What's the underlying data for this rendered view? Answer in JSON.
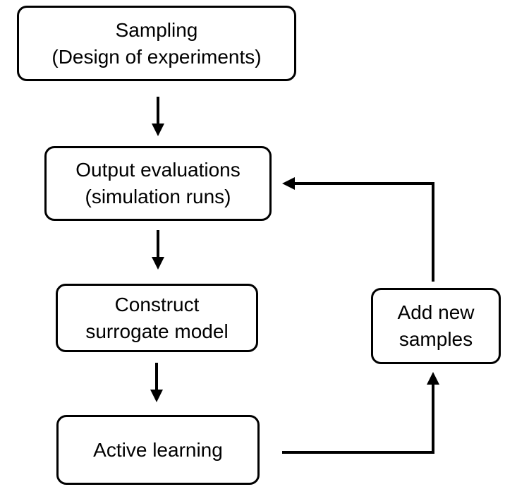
{
  "diagram": {
    "nodes": {
      "sampling": {
        "line1": "Sampling",
        "line2": "(Design of experiments)"
      },
      "output": {
        "line1": "Output evaluations",
        "line2": "(simulation runs)"
      },
      "surrogate": {
        "line1": "Construct",
        "line2": "surrogate model"
      },
      "active": {
        "line1": "Active learning"
      },
      "addnew": {
        "line1": "Add new",
        "line2": "samples"
      }
    },
    "edges": [
      {
        "from": "sampling",
        "to": "output"
      },
      {
        "from": "output",
        "to": "surrogate"
      },
      {
        "from": "surrogate",
        "to": "active"
      },
      {
        "from": "active",
        "to": "addnew"
      },
      {
        "from": "addnew",
        "to": "output"
      }
    ],
    "colors": {
      "stroke": "#000000",
      "background": "#ffffff"
    }
  }
}
